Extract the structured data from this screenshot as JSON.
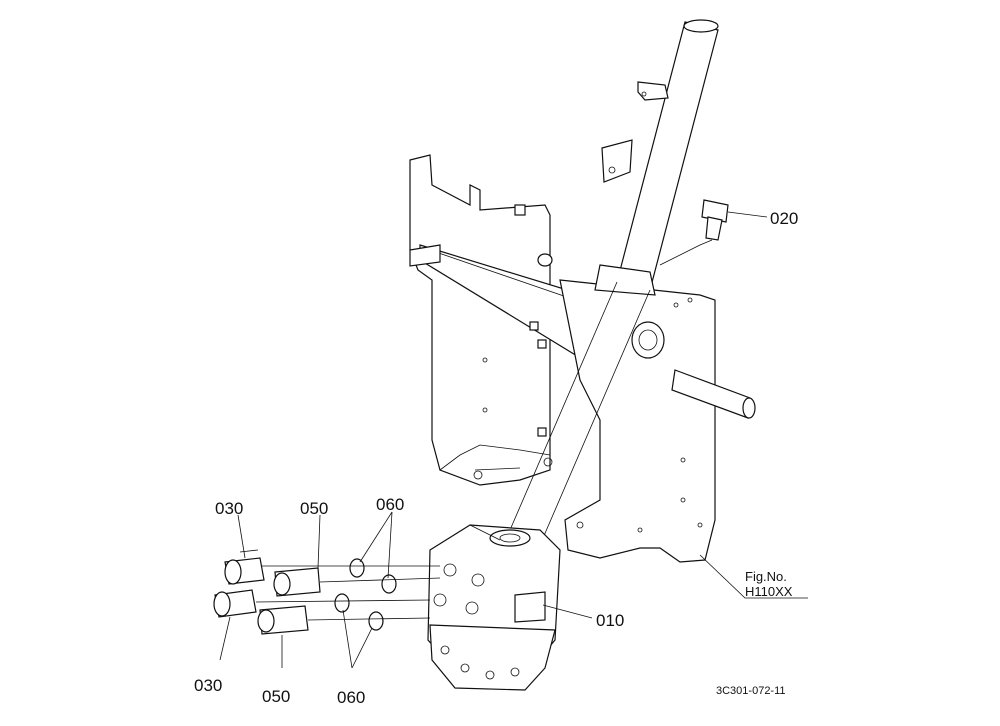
{
  "diagram": {
    "callouts": {
      "c010": "010",
      "c020": "020",
      "c030_top": "030",
      "c030_bottom": "030",
      "c050_top": "050",
      "c050_bottom": "050",
      "c060_top": "060",
      "c060_bottom": "060"
    },
    "fig_label": "Fig.No.",
    "fig_number": "H110XX",
    "drawing_code": "3C301-072-11"
  }
}
